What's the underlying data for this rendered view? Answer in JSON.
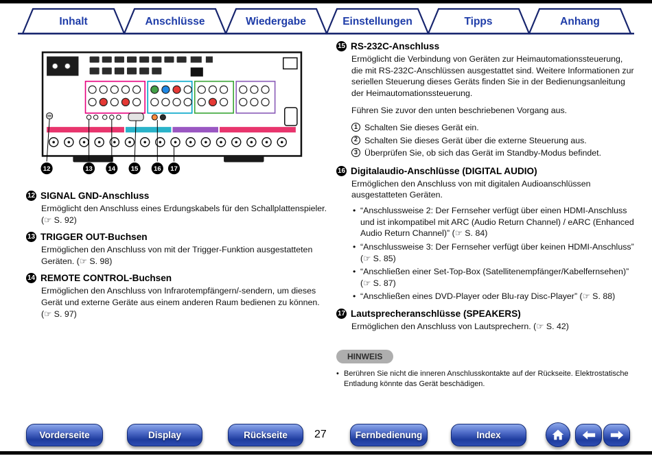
{
  "tabs": [
    "Inhalt",
    "Anschlüsse",
    "Wiedergabe",
    "Einstellungen",
    "Tipps",
    "Anhang"
  ],
  "figure": {
    "callouts": [
      "12",
      "13",
      "14",
      "15",
      "16",
      "17"
    ]
  },
  "sections": {
    "s12": {
      "num": "12",
      "title": "SIGNAL GND-Anschluss",
      "body": "Ermöglicht den Anschluss eines Erdungskabels für den Schallplattenspieler.  (☞ S. 92)"
    },
    "s13": {
      "num": "13",
      "title": "TRIGGER OUT-Buchsen",
      "body": "Ermöglichen den Anschluss von mit der Trigger-Funktion ausgestatteten Geräten.  (☞ S. 98)"
    },
    "s14": {
      "num": "14",
      "title": "REMOTE CONTROL-Buchsen",
      "body": "Ermöglichen den Anschluss von Infrarotempfängern/-sendern, um dieses Gerät und externe Geräte aus einem anderen Raum bedienen zu können.  (☞ S. 97)"
    },
    "s15": {
      "num": "15",
      "title": "RS-232C-Anschluss",
      "body": "Ermöglicht die Verbindung von Geräten zur Heimautomationssteuerung, die mit RS-232C-Anschlüssen ausgestattet sind. Weitere Informationen zur seriellen Steuerung dieses Geräts finden Sie in der Bedienungsanleitung der Heimautomationssteuerung.",
      "body2": "Führen Sie zuvor den unten beschriebenen Vorgang aus.",
      "steps": [
        {
          "num": "1",
          "text": "Schalten Sie dieses Gerät ein."
        },
        {
          "num": "2",
          "text": "Schalten Sie dieses Gerät über die externe Steuerung aus."
        },
        {
          "num": "3",
          "text": "Überprüfen Sie, ob sich das Gerät im Standby-Modus befindet."
        }
      ]
    },
    "s16": {
      "num": "16",
      "title": "Digitalaudio-Anschlüsse (DIGITAL AUDIO)",
      "body": "Ermöglichen den Anschluss von mit digitalen Audioanschlüssen ausgestatteten Geräten.",
      "bullets": [
        "“Anschlussweise 2: Der Fernseher verfügt über einen HDMI-Anschluss und ist inkompatibel mit ARC (Audio Return Channel) / eARC (Enhanced Audio Return Channel)” (☞ S. 84)",
        "“Anschlussweise 3: Der Fernseher verfügt über keinen HDMI-Anschluss” (☞ S. 85)",
        "“Anschließen einer Set-Top-Box (Satellitenempfänger/Kabelfernsehen)” (☞ S. 87)",
        "“Anschließen eines DVD-Player oder Blu-ray Disc-Player” (☞ S. 88)"
      ]
    },
    "s17": {
      "num": "17",
      "title": "Lautsprecheranschlüsse (SPEAKERS)",
      "body": "Ermöglichen den Anschluss von Lautsprechern.  (☞ S. 42)"
    }
  },
  "note": {
    "badge": "HINWEIS",
    "text": "Berühren Sie nicht die inneren Anschlusskontakte auf der Rückseite. Elektrostatische Entladung könnte das Gerät beschädigen."
  },
  "footer": {
    "page_number": "27",
    "buttons": [
      "Vorderseite",
      "Display",
      "Rückseite",
      "Fernbedienung",
      "Index"
    ]
  }
}
